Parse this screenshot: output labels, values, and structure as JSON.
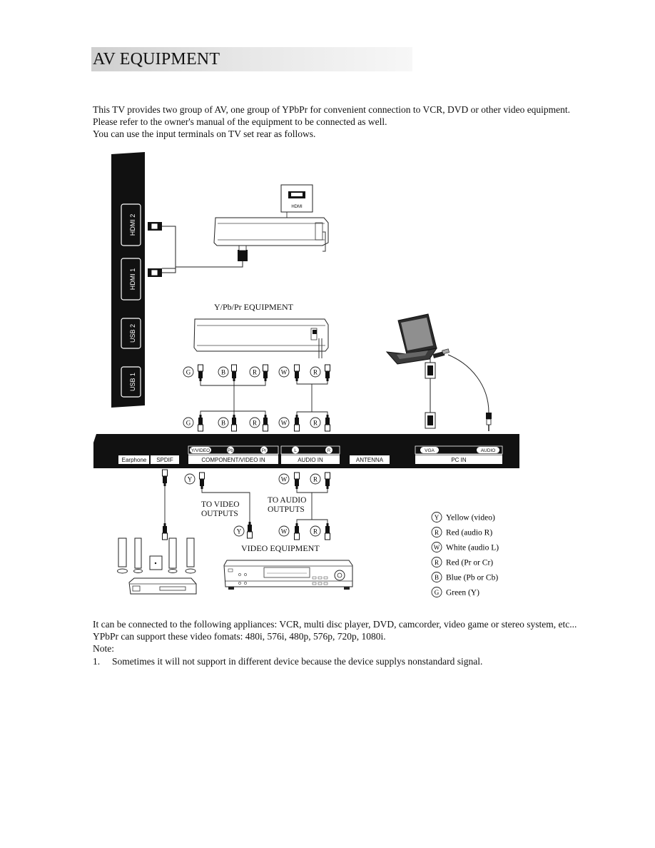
{
  "title": "AV EQUIPMENT",
  "intro": [
    "This TV provides two group of AV, one group of YPbPr for convenient connection to VCR, DVD or other video equipment.",
    "Please refer to the owner's manual of the equipment to be connected as well.",
    "You can use the input terminals on TV set rear as follows."
  ],
  "diagram": {
    "side_ports": [
      "HDMI 2",
      "HDMI 1",
      "USB 2",
      "USB 1"
    ],
    "hdmi_device_label": "HDMI",
    "ypbpr_equipment_label": "Y/Pb/Pr EQUIPMENT",
    "panel_labels": {
      "earphone": "Earphone",
      "spdif": "SPDIF",
      "component": "COMPONENT/VIDEO IN",
      "audio_in": "AUDIO IN",
      "antenna": "ANTENNA",
      "pc_in": "PC IN",
      "y_video": "Y/VIDEO",
      "pb": "Pb",
      "pr": "Pr",
      "l": "L",
      "r": "R",
      "vga": "VGA",
      "audio": "AUDIO"
    },
    "to_video_outputs": [
      "TO VIDEO",
      "OUTPUTS"
    ],
    "to_audio_outputs": [
      "TO AUDIO",
      "OUTPUTS"
    ],
    "video_equipment_label": "VIDEO EQUIPMENT",
    "plug_letters": {
      "g": "G",
      "b": "B",
      "r": "R",
      "w": "W",
      "y": "Y"
    },
    "legend": [
      {
        "letter": "Y",
        "text": "Yellow (video)"
      },
      {
        "letter": "R",
        "text": "Red (audio R)"
      },
      {
        "letter": "W",
        "text": "White (audio L)"
      },
      {
        "letter": "R",
        "text": "Red (Pr or Cr)"
      },
      {
        "letter": "B",
        "text": "Blue (Pb or Cb)"
      },
      {
        "letter": "G",
        "text": "Green (Y)"
      }
    ]
  },
  "footer": [
    "It can be connected to the following appliances: VCR, multi disc player, DVD, camcorder, video game or stereo system, etc...",
    "YPbPr can support these video fomats: 480i, 576i, 480p, 576p, 720p, 1080i.",
    "Note:"
  ],
  "note_number": "1.",
  "note_text": "Sometimes it will not support in different device because the device supplys nonstandard signal."
}
